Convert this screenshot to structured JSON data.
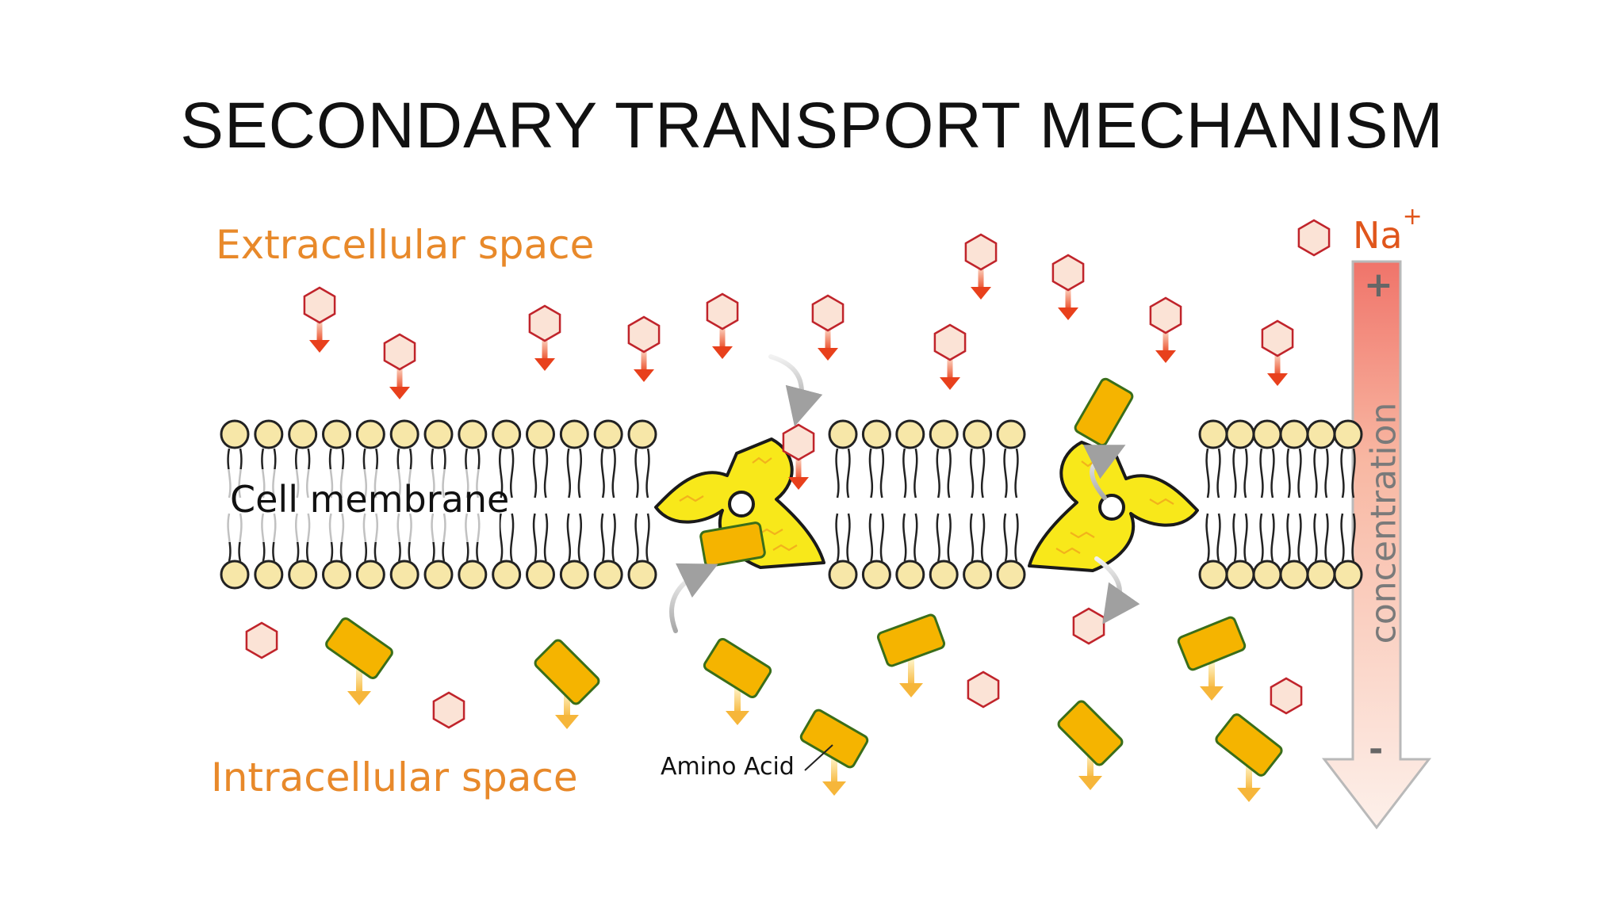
{
  "title": "SECONDARY TRANSPORT MECHANISM",
  "labels": {
    "extracellular": "Extracellular space",
    "intracellular": "Intracellular space",
    "membrane": "Cell membrane",
    "amino_acid": "Amino Acid",
    "ion": "Na",
    "ion_charge": "+",
    "gradient": "concentration",
    "gradient_high": "+",
    "gradient_low": "-"
  },
  "colors": {
    "extracellular_label": "#e8892a",
    "ion_label": "#e0561c",
    "sodium_fill": "#fbe3d6",
    "sodium_stroke": "#c0242b",
    "amino_fill": "#f5b400",
    "amino_stroke": "#3a6e1a",
    "lipid_head": "#f7e7a8",
    "lipid_stroke": "#222222",
    "transporter": "#f8e81a"
  },
  "icons": [
    "sodium-ion-icon",
    "amino-acid-icon",
    "phospholipid-icon",
    "transporter-protein-icon",
    "movement-arrow-icon",
    "concentration-gradient-arrow-icon"
  ]
}
